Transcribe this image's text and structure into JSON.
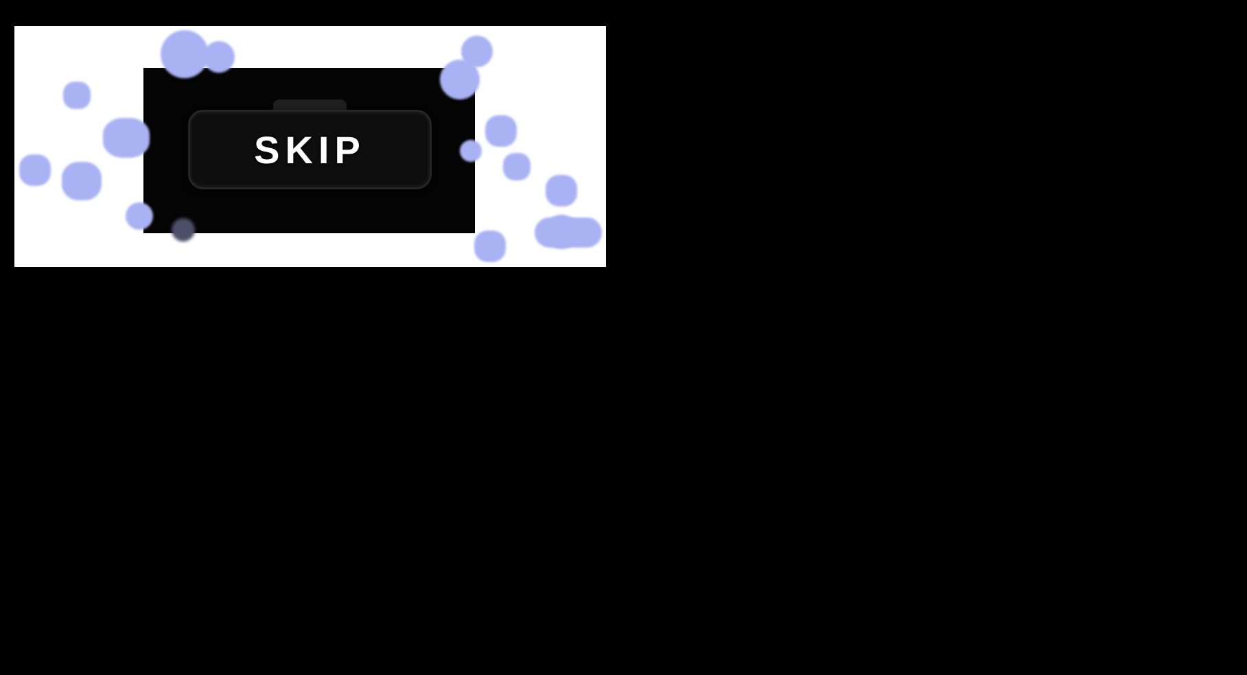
{
  "scene": {
    "skip_button": {
      "label": "SKIP"
    },
    "colors": {
      "background": "#000000",
      "game_area": "#ffffff",
      "dialog": "#040404",
      "dialog_handle": "#1e1e1e",
      "button_background": "#0e0e0e",
      "button_border": "#262626",
      "button_text": "#ffffff",
      "paint_blob": "#a9b2f3",
      "paint_blob_dark": "#4b4f68"
    },
    "decorations": {
      "paint_blob_count": 15,
      "paint_blob_style": "soft rounded paint splats scattered over white game area"
    }
  }
}
